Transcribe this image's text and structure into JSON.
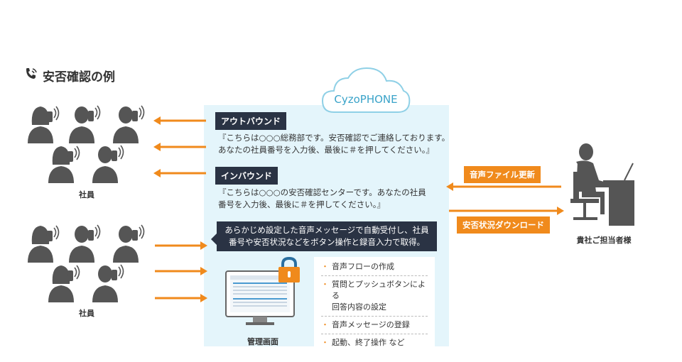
{
  "title": "安否確認の例",
  "cloud_label": "CyzoPHONE",
  "outbound": {
    "tag": "アウトバウンド",
    "line1": "『こちらは○○○総務部です。安否確認でご連絡しております。",
    "line2": "あなたの社員番号を入力後、最後に＃を押してください。』"
  },
  "inbound": {
    "tag": "インバウンド",
    "line1": "『こちらは○○○の安否確認センターです。あなたの社員",
    "line2": "番号を入力後、最後に＃を押してください。』"
  },
  "auto_box": {
    "line1": "あらかじめ設定した音声メッセージで自動受付し、社員",
    "line2": "番号や安否状況などをボタン操作と録音入力で取得。"
  },
  "features": [
    "音声フローの作成",
    "質問とプッシュボタンによる回答内容の設定",
    "音声メッセージの登録",
    "起動、終了操作 など"
  ],
  "feature_list": {
    "item1": "音声フローの作成",
    "item2a": "質問とプッシュボタンによる",
    "item2b": "回答内容の設定",
    "item3": "音声メッセージの登録",
    "item4": "起動、終了操作 など"
  },
  "screen_label": "管理画面",
  "employees_label_top": "社員",
  "employees_label_bottom": "社員",
  "admin_label": "貴社ご担当者様",
  "right_tags": {
    "upload": "音声ファイル更新",
    "download": "安否状況ダウンロード"
  },
  "colors": {
    "accent": "#f08a1c",
    "dark": "#2a3344",
    "cloud_bg": "#e4f5fb",
    "cloud_text": "#3aa3c9",
    "person": "#555555"
  },
  "icons": [
    "phone-icon",
    "person-phone-icon",
    "cloud-icon",
    "monitor-icon",
    "lock-icon",
    "office-worker-icon"
  ]
}
